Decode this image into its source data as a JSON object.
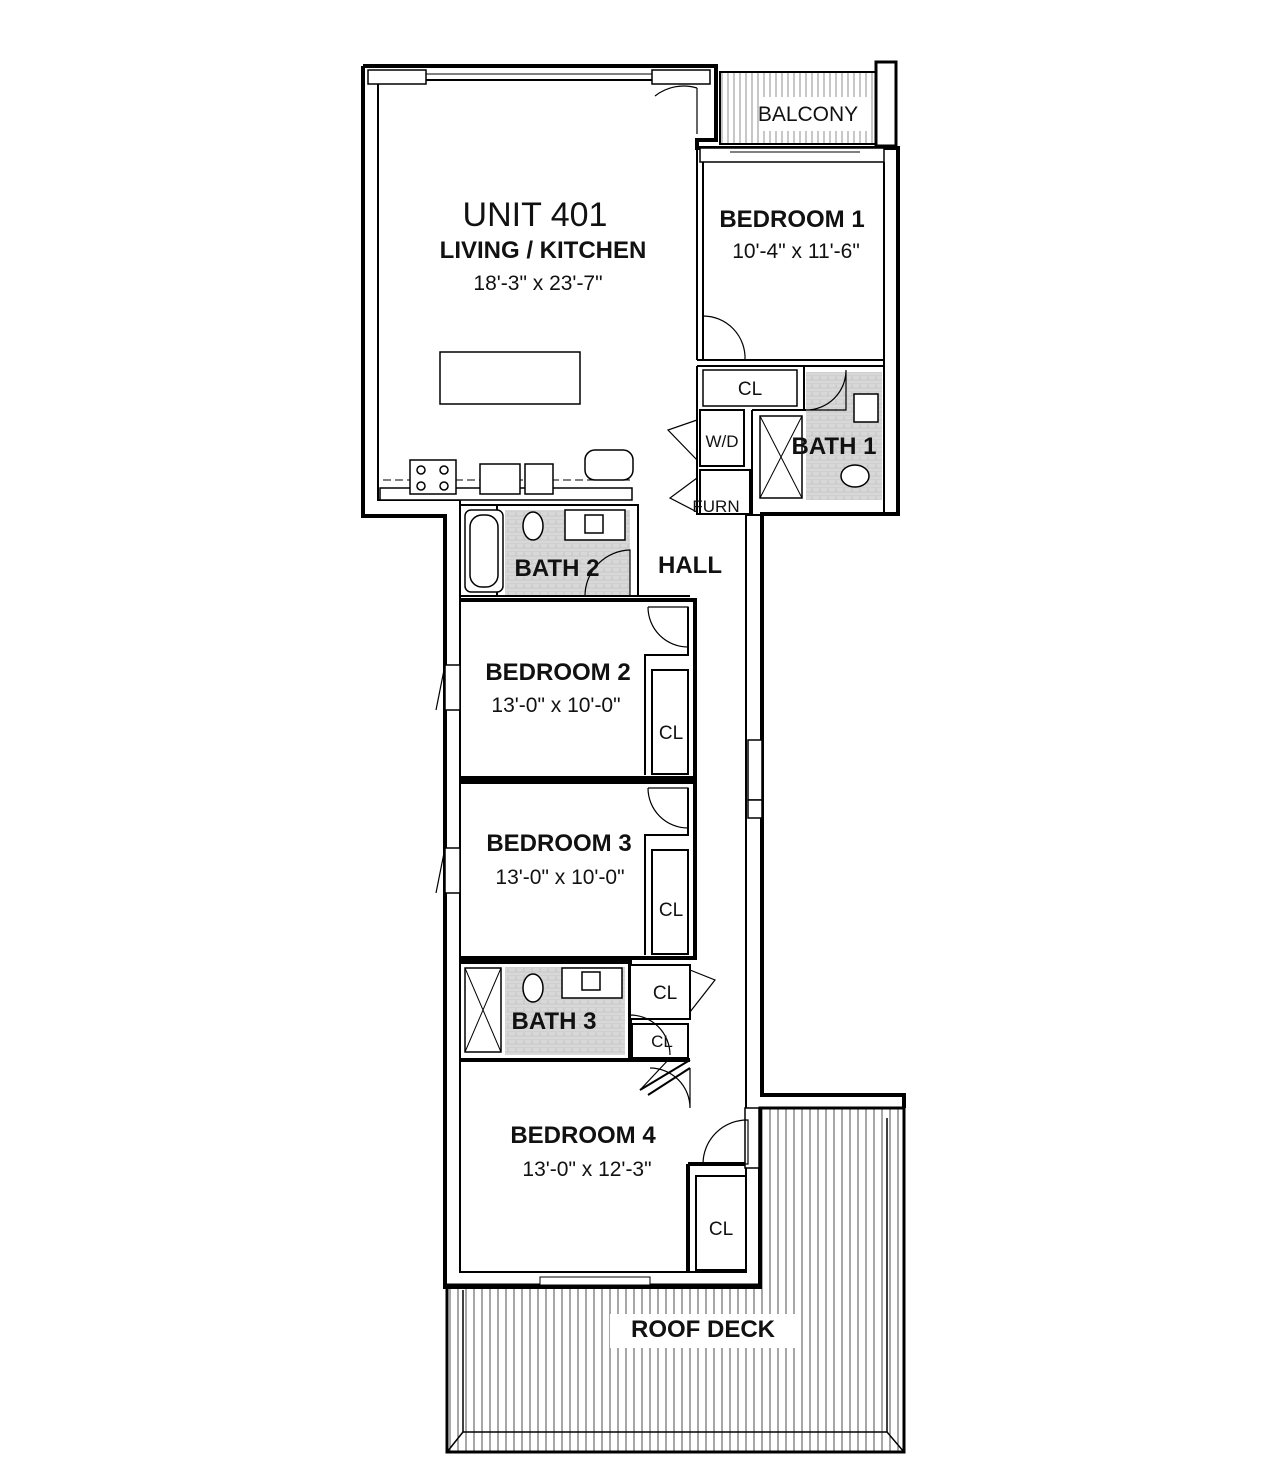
{
  "unit": {
    "title": "UNIT 401"
  },
  "rooms": {
    "living": {
      "name": "LIVING / KITCHEN",
      "dims": "18'-3\" x 23'-7\""
    },
    "balcony": {
      "name": "BALCONY"
    },
    "bedroom1": {
      "name": "BEDROOM 1",
      "dims": "10'-4\" x 11'-6\""
    },
    "bedroom2": {
      "name": "BEDROOM 2",
      "dims": "13'-0\" x 10'-0\""
    },
    "bedroom3": {
      "name": "BEDROOM 3",
      "dims": "13'-0\" x 10'-0\""
    },
    "bedroom4": {
      "name": "BEDROOM 4",
      "dims": "13'-0\" x 12'-3\""
    },
    "bath1": {
      "name": "BATH 1"
    },
    "bath2": {
      "name": "BATH 2"
    },
    "bath3": {
      "name": "BATH 3"
    },
    "hall": {
      "name": "HALL"
    },
    "washer_dryer": {
      "name": "W/D"
    },
    "furnace": {
      "name": "FURN"
    },
    "roof_deck": {
      "name": "ROOF DECK"
    }
  },
  "closets": {
    "closet_bed1": "CL",
    "closet_bed2": "CL",
    "closet_bed3": "CL",
    "closet_hall_upper": "CL",
    "closet_hall_lower": "CL",
    "closet_bed4": "CL"
  }
}
